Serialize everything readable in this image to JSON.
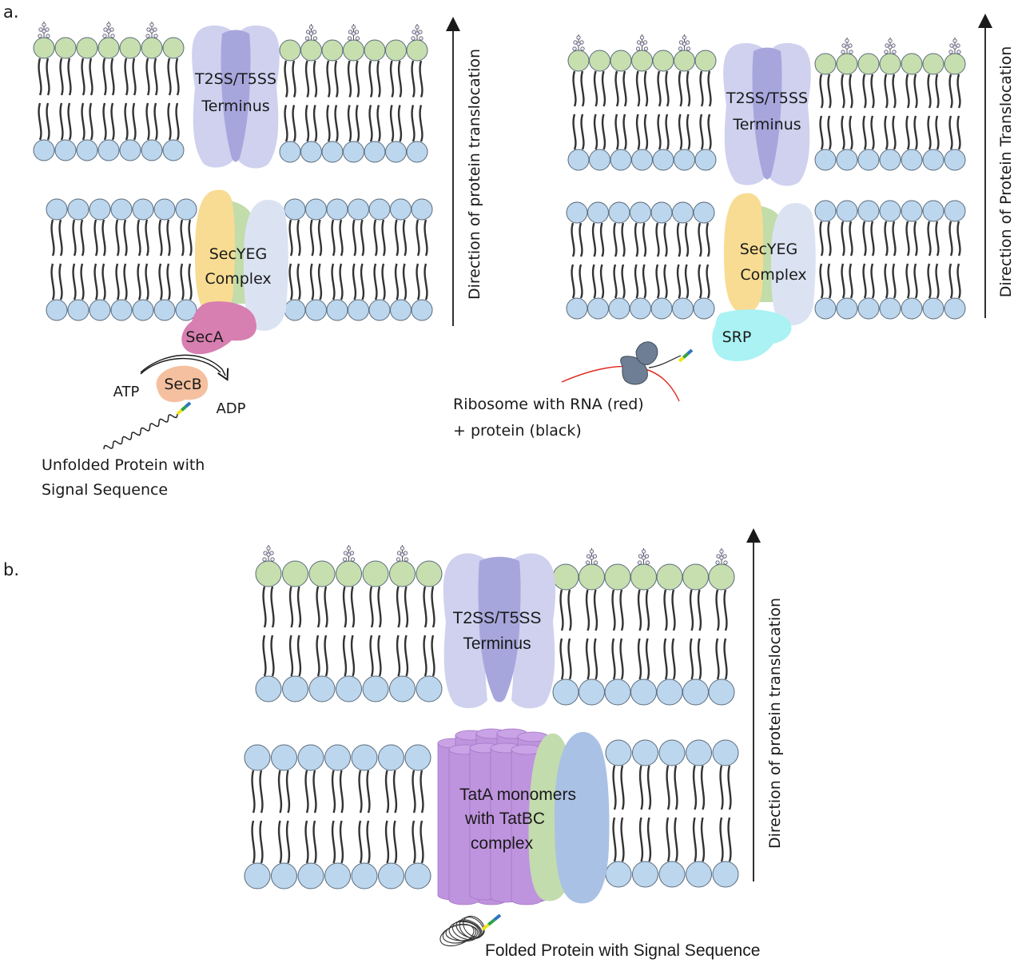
{
  "panels": {
    "a": {
      "label": "a.",
      "left": {
        "outer_channel": {
          "line1": "T2SS/T5SS",
          "line2": "Terminus"
        },
        "inner_channel": {
          "line1": "SecYEG",
          "line2": "Complex"
        },
        "seca": "SecA",
        "secb": "SecB",
        "atp": "ATP",
        "adp": "ADP",
        "caption": {
          "line1": "Unfolded Protein with",
          "line2": "Signal Sequence"
        },
        "arrow_label": "Direction of protein translocation"
      },
      "right": {
        "outer_channel": {
          "line1": "T2SS/T5SS",
          "line2": "Terminus"
        },
        "inner_channel": {
          "line1": "SecYEG",
          "line2": "Complex"
        },
        "srp": "SRP",
        "caption": {
          "line1": "Ribosome with RNA (red)",
          "line2": "+ protein (black)"
        },
        "arrow_label": "Direction of Protein Translocation"
      }
    },
    "b": {
      "label": "b.",
      "outer_channel": {
        "line1": "T2SS/T5SS",
        "line2": "Terminus"
      },
      "tat": {
        "line1": "TatA monomers",
        "line2": "with TatBC",
        "line3": "complex"
      },
      "caption": "Folded Protein with Signal Sequence",
      "arrow_label": "Direction of protein translocation"
    }
  },
  "colors": {
    "outer_head": "#c7deaf",
    "inner_head": "#bcd6ee",
    "head_stroke": "#5a6b7a",
    "channel_outer": "#cfd1ef",
    "channel_core": "#a7a6dc",
    "secy_yellow": "#f8dc93",
    "secy_green": "#c2dcaa",
    "secy_blue": "#dbe3f2",
    "seca": "#d77fb0",
    "secb": "#f5c0a0",
    "srp": "#aaf2f3",
    "ribosome": "#6e7f95",
    "rna": "#e0241b",
    "tata": "#bf94de",
    "tata_top": "#c9a3e6",
    "tatb": "#c3dcad",
    "tatc": "#a9c1e4",
    "signal_blue": "#2f74c0",
    "signal_green": "#2ea24a",
    "signal_yellow": "#f1e41b"
  }
}
